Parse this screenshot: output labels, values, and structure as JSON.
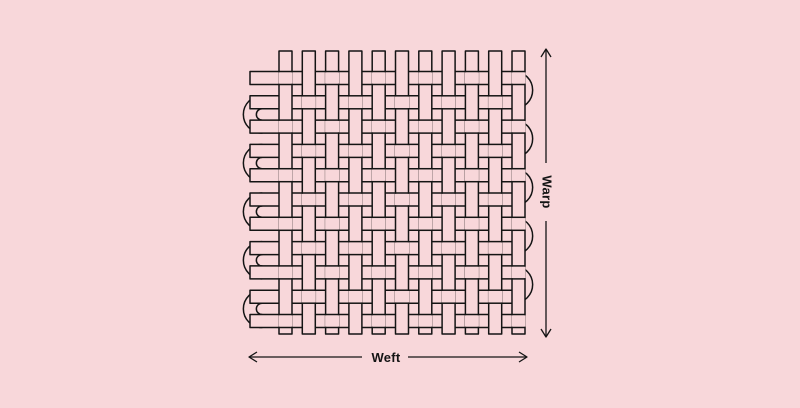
{
  "diagram": {
    "labels": {
      "weft": "Weft",
      "warp": "Warp"
    },
    "pattern": "plain-weave",
    "warp_threads": 11,
    "weft_passes": 11,
    "colors": {
      "background": "#F8D7DA",
      "thread_fill": "#F8D7DA",
      "stroke": "#141414"
    }
  }
}
